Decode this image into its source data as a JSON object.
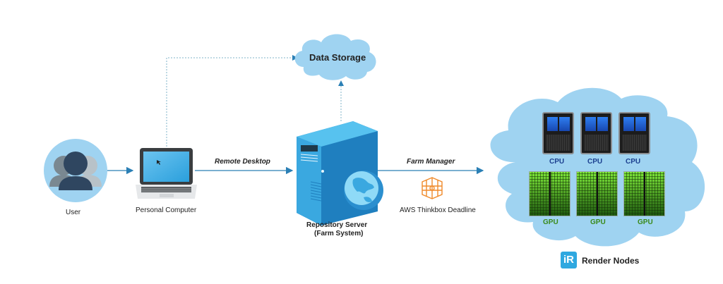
{
  "nodes": {
    "user": {
      "label": "User"
    },
    "personal_computer": {
      "label": "Personal Computer"
    },
    "data_storage": {
      "label": "Data Storage"
    },
    "repository_server": {
      "label_line1": "Repository Server",
      "label_line2": "(Farm System)"
    },
    "deadline": {
      "label": "AWS Thinkbox Deadline"
    },
    "render_nodes": {
      "label": "Render Nodes",
      "logo_text": "iR",
      "cpus": [
        "CPU",
        "CPU",
        "CPU"
      ],
      "gpus": [
        "GPU",
        "GPU",
        "GPU"
      ]
    }
  },
  "edges": {
    "remote_desktop": "Remote Desktop",
    "farm_manager": "Farm Manager"
  },
  "colors": {
    "cloud": "#9fd3f1",
    "line": "#2a7fb5",
    "dotted": "#7fb3c9",
    "server_front": "#3aa8e0",
    "server_side": "#1f7fbf",
    "cpu_blue": "#1a5fd1",
    "gpu_green": "#6fd62a",
    "cpu_label": "#1b3f8f",
    "gpu_label": "#3a8a1a",
    "deadline_orange": "#f08a2a"
  }
}
